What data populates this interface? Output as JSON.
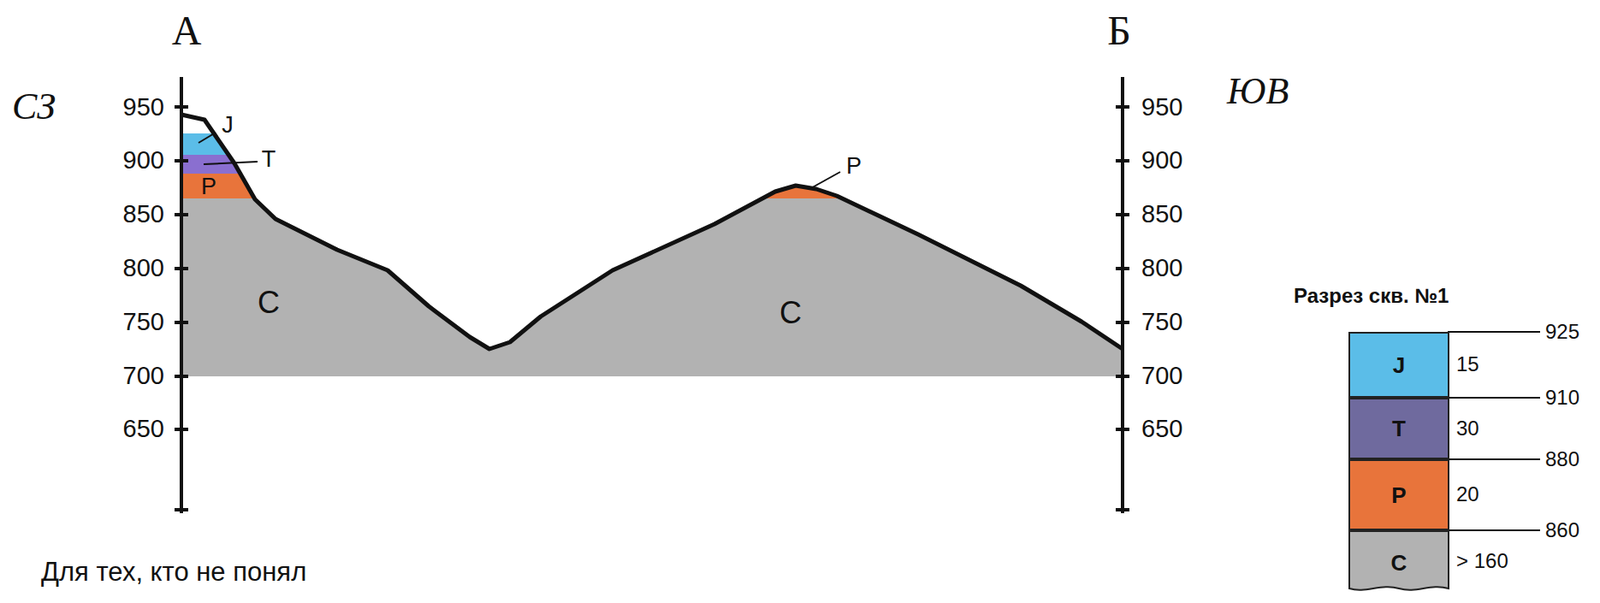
{
  "diagram": {
    "nodes": [
      {
        "text": [
          "J"
        ]
      },
      {
        "text": [
          "T"
        ]
      },
      {
        "text": [
          "P"
        ]
      },
      {
        "text": [
          "C"
        ]
      }
    ],
    "labels": [
      "А",
      "Б",
      "СЗ",
      "ЮВ",
      "950",
      "900",
      "850",
      "800",
      "750",
      "700",
      "650",
      "950",
      "900",
      "850",
      "800",
      "750",
      "700",
      "650",
      "J",
      "T",
      "P",
      "C",
      "P",
      "C",
      "Разрез скв. №1",
      "925",
      "910",
      "880",
      "860",
      "15",
      "30",
      "20",
      "> 160",
      "Для тех, кто не понял"
    ]
  }
}
